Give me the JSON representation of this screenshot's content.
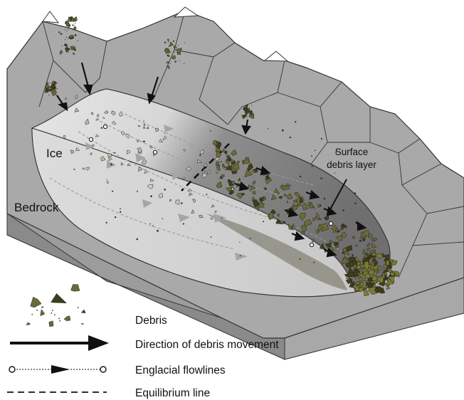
{
  "labels": {
    "ice": "Ice",
    "bedrock": "Bedrock",
    "surface_debris_line1": "Surface",
    "surface_debris_line2": "debris layer"
  },
  "legend": {
    "debris": "Debris",
    "direction": "Direction of debris movement",
    "flowlines": "Englacial flowlines",
    "equilibrium": "Equilibrium line"
  },
  "colors": {
    "bedrock_top": "#a6a6a6",
    "bedrock_side": "#8c8c8c",
    "bedrock_front": "#bdbdbd",
    "ice": "#e9e9e9",
    "debris": "#6b6a35",
    "debris_dark": "#3e3d1c",
    "snow": "#ffffff"
  },
  "icons": [
    "debris-cluster-icon",
    "arrow-icon",
    "flowline-icon",
    "dashed-line-icon"
  ]
}
